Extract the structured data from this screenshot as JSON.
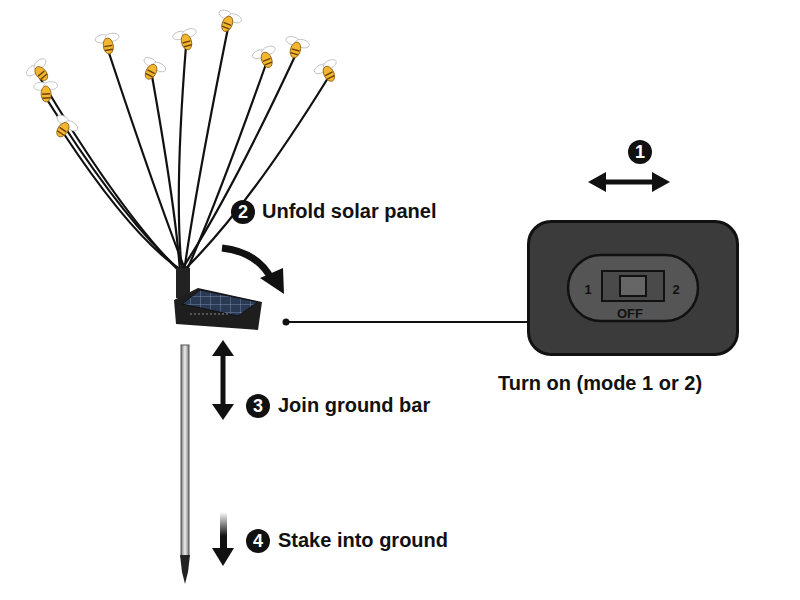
{
  "diagram": {
    "nodes": [
      {
        "text": [
          "1",
          "OFF",
          "2"
        ]
      }
    ],
    "labels": [
      "1",
      "2",
      "Unfold solar panel",
      "Turn on (mode 1 or 2)",
      "3",
      "Join ground bar",
      "4",
      "Stake into ground"
    ]
  }
}
